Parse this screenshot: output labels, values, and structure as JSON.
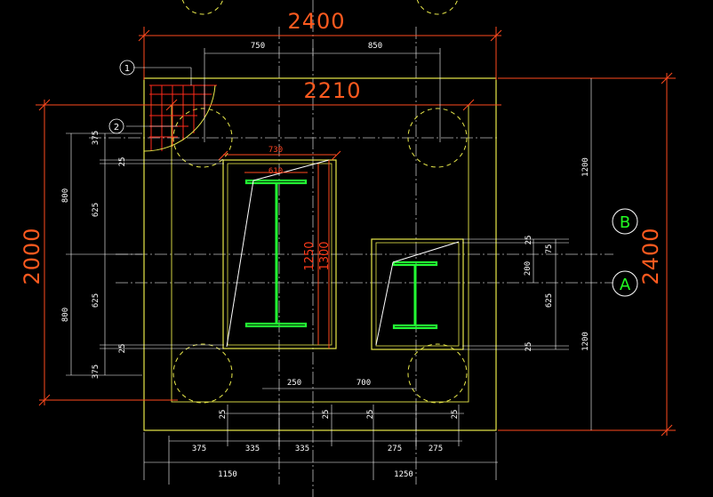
{
  "drawing": {
    "colors": {
      "background": "#000000",
      "outline": "#e8e84a",
      "dimension": "#ff4a1e",
      "steel": "#22ff33",
      "text": "#ffffff",
      "centerline": "#bdbdbd"
    },
    "overall": {
      "width_top": "2400",
      "inner_width": "2210",
      "height_left": "2000",
      "height_right": "2400"
    },
    "top_dims": [
      "750",
      "850"
    ],
    "left_dims": {
      "outer": [
        "800",
        "800"
      ],
      "segments": [
        "375",
        "25",
        "625",
        "625",
        "25",
        "375"
      ]
    },
    "right_dims": {
      "outer": [
        "1200",
        "1200"
      ],
      "segments": [
        "25",
        "75",
        "200",
        "625",
        "25"
      ]
    },
    "bottom_dims": {
      "row1": [
        "375",
        "335",
        "335",
        "275",
        "275"
      ],
      "row2": [
        "1150",
        "1250"
      ]
    },
    "interior_dims": {
      "col1_width": "730",
      "col1_flange": "610",
      "col1_h1": "1250",
      "col1_h2": "1300",
      "gap_a": "250",
      "gap_b": "700",
      "small": [
        "25",
        "25",
        "25",
        "25"
      ]
    },
    "labels": {
      "tag1": "1",
      "tag2": "2",
      "axis_b": "B",
      "axis_a": "A"
    }
  }
}
